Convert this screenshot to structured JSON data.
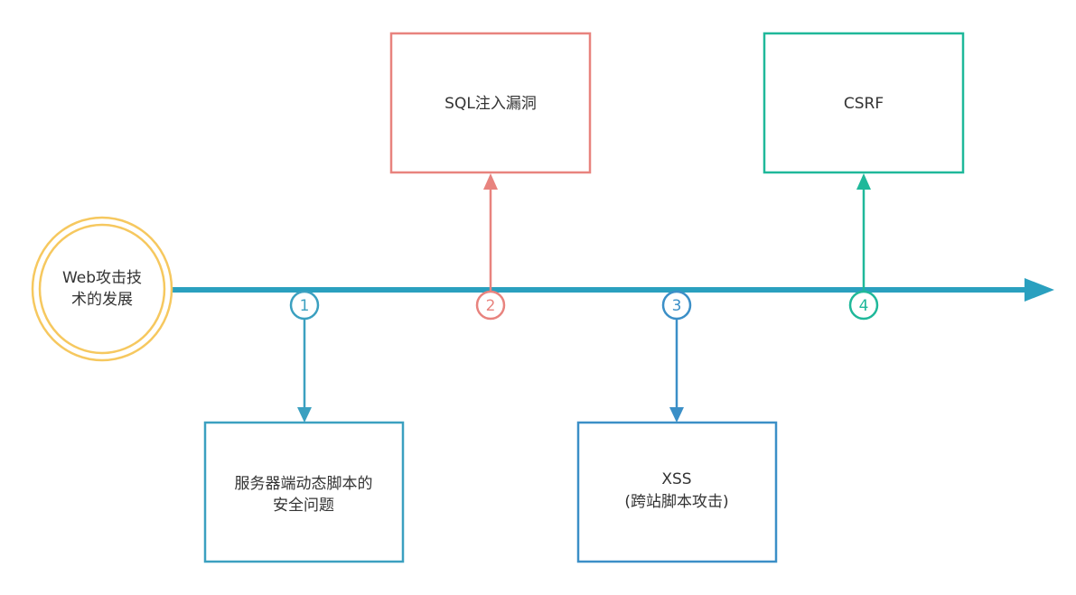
{
  "origin": {
    "label_lines": [
      "Web攻击技",
      "术的发展"
    ],
    "color": "#f6c85f"
  },
  "timeline": {
    "color": "#2aa0bf"
  },
  "milestones": [
    {
      "number": "1",
      "color": "#3ba0c0",
      "box_lines": [
        "服务器端动态脚本的",
        "安全问题"
      ]
    },
    {
      "number": "2",
      "color": "#e8837e",
      "box_lines": [
        "SQL注入漏洞"
      ]
    },
    {
      "number": "3",
      "color": "#3b8fc7",
      "box_lines": [
        "XSS",
        "(跨站脚本攻击)"
      ]
    },
    {
      "number": "4",
      "color": "#1fb89a",
      "box_lines": [
        "CSRF"
      ]
    }
  ]
}
